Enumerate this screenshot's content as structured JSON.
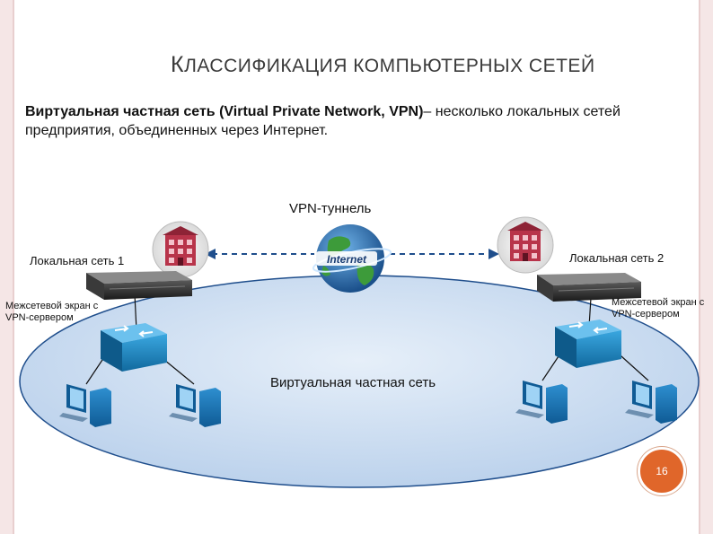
{
  "slide": {
    "title_first": "К",
    "title_rest": "ЛАССИФИКАЦИЯ КОМПЬЮТЕРНЫХ СЕТЕЙ",
    "intro_bold": "Виртуальная частная сеть (Virtual Private Network, VPN)",
    "intro_rest": "– несколько локальных сетей предприятия, объединенных через Интернет.",
    "page_number": "16"
  },
  "diagram": {
    "tunnel_label": "VPN-туннель",
    "local_net_1": "Локальная сеть  1",
    "local_net_2": "Локальная сеть  2",
    "firewall_1": "Межсетевой экран с VPN-сервером",
    "firewall_2": "Межсетевой экран с VPN-сервером",
    "vpn_network": "Виртуальная частная сеть",
    "internet_logo": "Internet"
  },
  "colors": {
    "ellipse_fill": "#cfe0f3",
    "ellipse_stroke": "#1f4e8c",
    "building_red": "#b8344a",
    "switch_blue": "#1d8ac6",
    "page_badge": "#e0662a",
    "frame_pink": "#f5e6e6"
  }
}
